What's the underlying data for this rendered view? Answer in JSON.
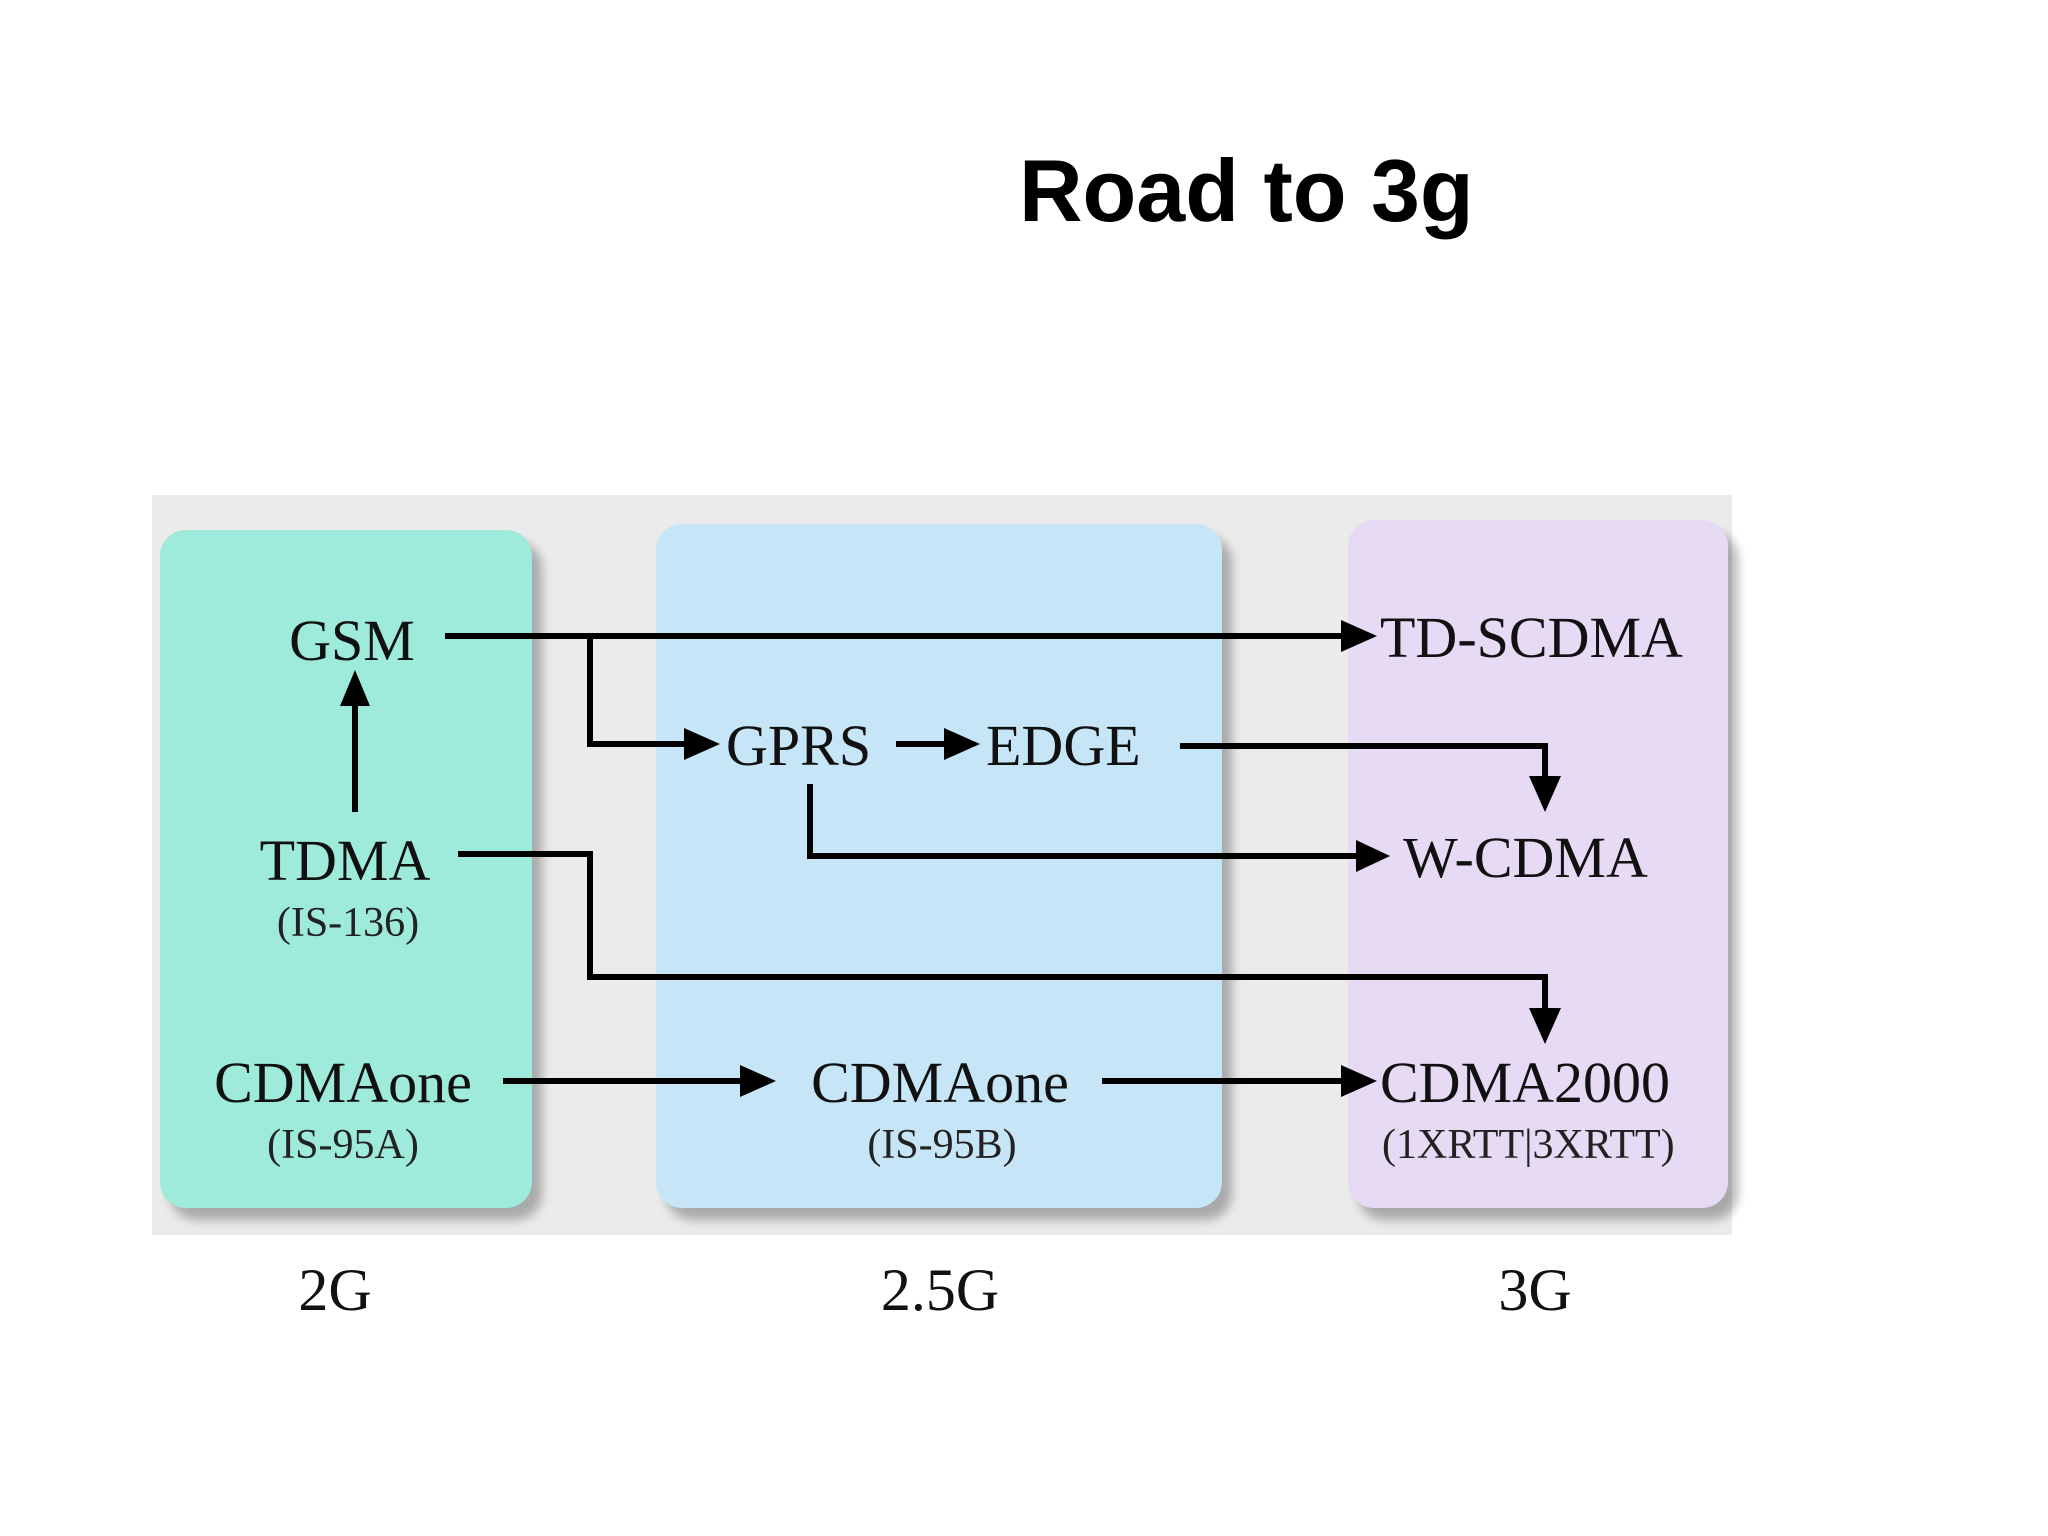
{
  "title": "Road to 3g",
  "generations": {
    "g2": "2G",
    "g25": "2.5G",
    "g3": "3G"
  },
  "nodes": {
    "gsm": "GSM",
    "tdma": "TDMA",
    "tdma_sub": "(IS-136)",
    "cdmaone_2g": "CDMAone",
    "cdmaone_2g_sub": "(IS-95A)",
    "gprs": "GPRS",
    "edge": "EDGE",
    "cdmaone_25g": "CDMAone",
    "cdmaone_25g_sub": "(IS-95B)",
    "td_scdma": "TD-SCDMA",
    "w_cdma": "W-CDMA",
    "cdma2000": "CDMA2000",
    "cdma2000_sub": "(1XRTT|3XRTT)"
  },
  "colors": {
    "panel_2g": "#9eeadb",
    "panel_25g": "#c6e6f7",
    "panel_3g": "#e6daf5",
    "background_band": "#ebebeb",
    "arrows": "#000000"
  },
  "edges": [
    {
      "from": "TDMA",
      "to": "GSM"
    },
    {
      "from": "GSM",
      "to": "TD-SCDMA"
    },
    {
      "from": "GSM",
      "to": "GPRS"
    },
    {
      "from": "GPRS",
      "to": "EDGE"
    },
    {
      "from": "EDGE",
      "to": "W-CDMA"
    },
    {
      "from": "GPRS",
      "to": "W-CDMA"
    },
    {
      "from": "TDMA",
      "to": "CDMA2000"
    },
    {
      "from": "CDMAone (IS-95A)",
      "to": "CDMAone (IS-95B)"
    },
    {
      "from": "CDMAone (IS-95B)",
      "to": "CDMA2000"
    }
  ]
}
